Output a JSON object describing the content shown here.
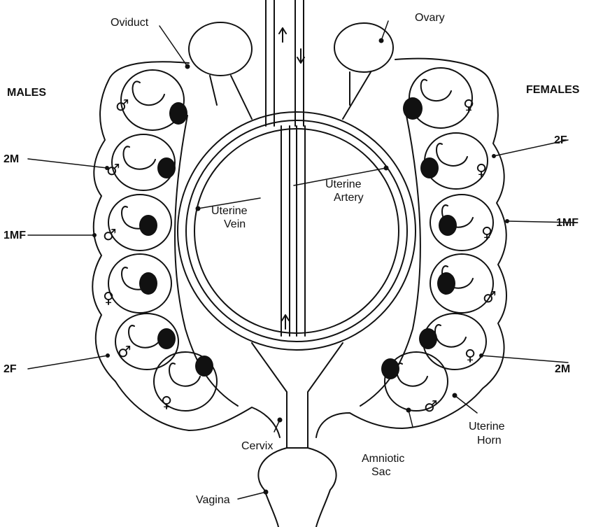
{
  "labels": {
    "males": "MALES",
    "females": "FEMALES",
    "oviduct": "Oviduct",
    "ovary": "Ovary",
    "uterine_artery_1": "Uterine",
    "uterine_artery_2": "Artery",
    "uterine_vein_1": "Uterine",
    "uterine_vein_2": "Vein",
    "cervix": "Cervix",
    "vagina": "Vagina",
    "amniotic_sac_1": "Amniotic",
    "amniotic_sac_2": "Sac",
    "uterine_horn_1": "Uterine",
    "uterine_horn_2": "Horn"
  },
  "position_labels": {
    "left_2m": "2M",
    "left_1mf": "1MF",
    "left_2f": "2F",
    "right_2f": "2F",
    "right_1mf": "1MF",
    "right_2m": "2M"
  },
  "sex_symbols": {
    "male": "♂",
    "female": "♀"
  },
  "left_horn_fetuses": [
    "male",
    "male",
    "male",
    "female",
    "male",
    "female"
  ],
  "right_horn_fetuses": [
    "female",
    "female",
    "female",
    "male",
    "female",
    "male"
  ],
  "colors": {
    "ink": "#111111",
    "paper": "#ffffff"
  }
}
